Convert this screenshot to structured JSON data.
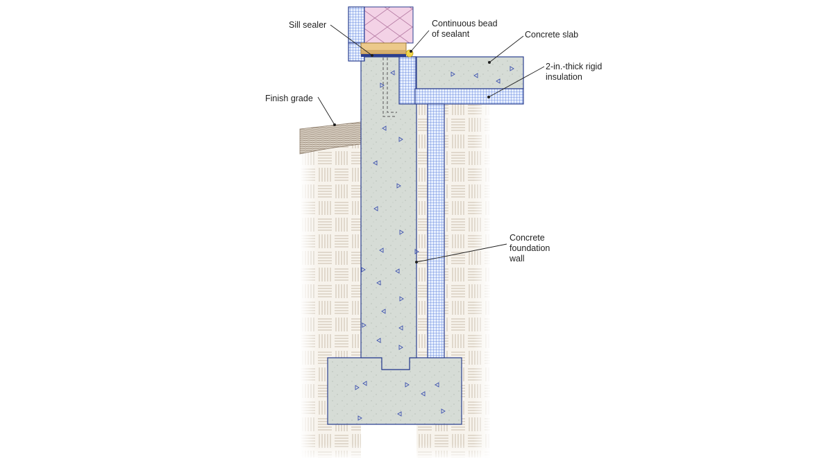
{
  "diagram": {
    "labels": {
      "sill_sealer": "Sill sealer",
      "bead_line1": "Continuous bead",
      "bead_line2": "of sealant",
      "slab": "Concrete slab",
      "insulation_line1": "2-in.-thick rigid",
      "insulation_line2": "insulation",
      "finish_grade": "Finish grade",
      "wall_line1": "Concrete",
      "wall_line2": "foundation",
      "wall_line3": "wall"
    },
    "colors": {
      "concrete": "#d6dcd6",
      "insulation_grid": "#4f74d6",
      "insulation_bg": "#e8f0ff",
      "soil_line": "#c9bfb0",
      "outline": "#2b3f8f",
      "sill_plate": "#ecc98a",
      "batt_insulation": "#f3d2e6",
      "sealant": "#f2d64a",
      "grade": "#8f7f6e"
    }
  }
}
